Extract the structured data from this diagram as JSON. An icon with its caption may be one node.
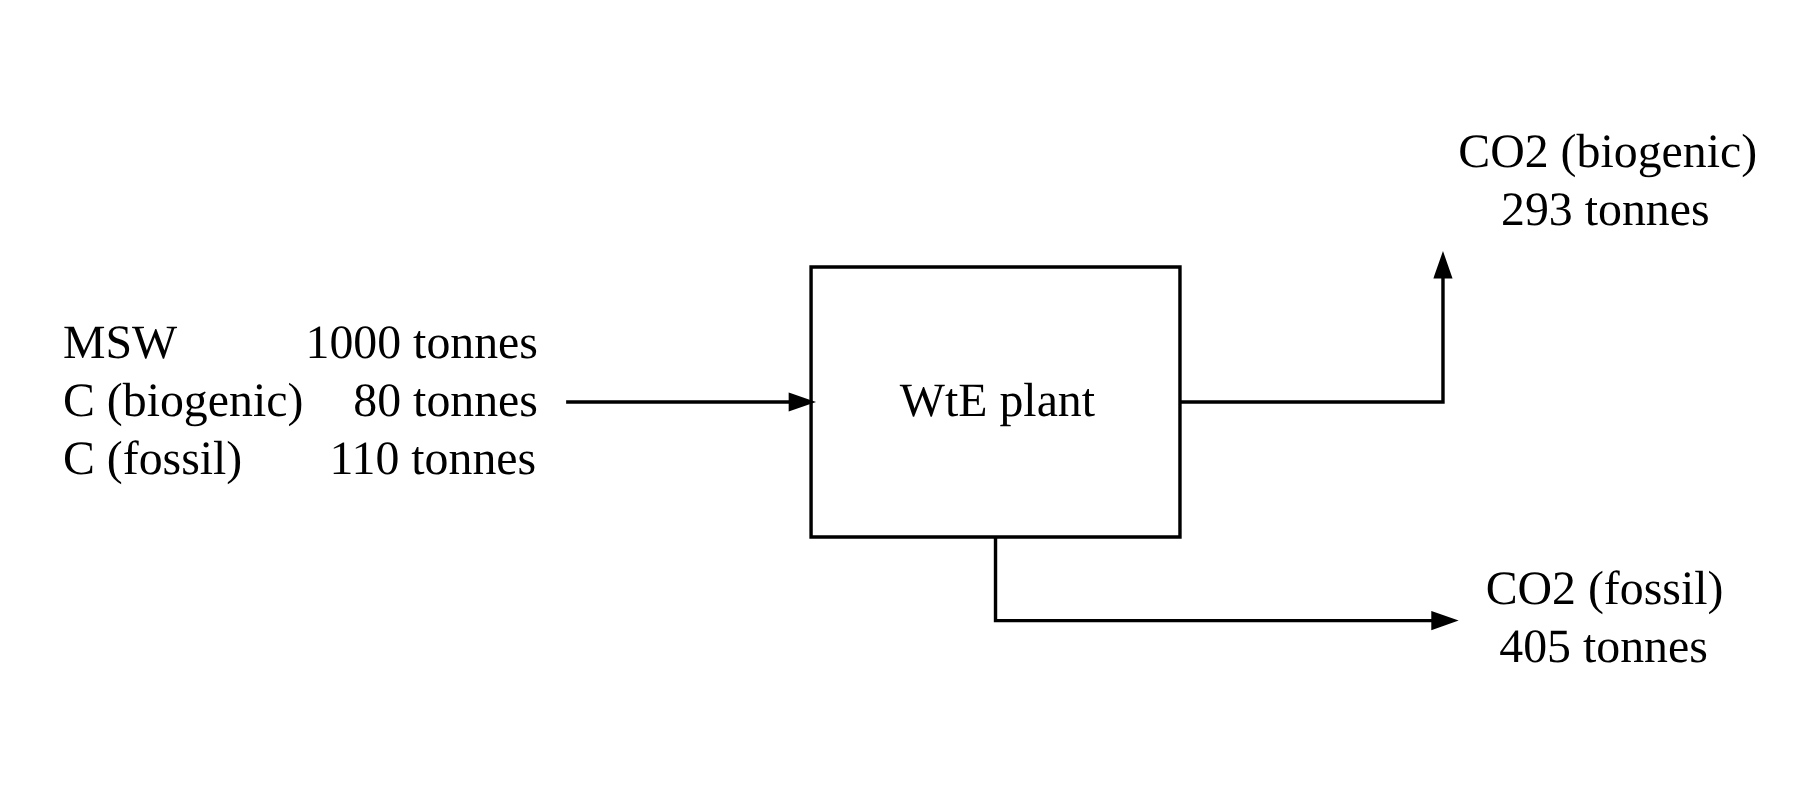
{
  "diagram": {
    "nodes": [
      {
        "text": [
          "MSW",
          "1000 tonnes",
          "C (biogenic)",
          "80 tonnes",
          "C (fossil)",
          "110 tonnes"
        ]
      },
      {
        "text": [
          "WtE plant"
        ]
      },
      {
        "text": [
          "CO2 (biogenic)",
          "293 tonnes"
        ]
      },
      {
        "text": [
          "CO2 (fossil)",
          "405 tonnes"
        ]
      }
    ],
    "edges": [
      {
        "from": 0,
        "to": 1,
        "arrow": "to"
      },
      {
        "from": 1,
        "to": 2,
        "arrow": "to"
      },
      {
        "from": 1,
        "to": 3,
        "arrow": "to"
      }
    ]
  }
}
